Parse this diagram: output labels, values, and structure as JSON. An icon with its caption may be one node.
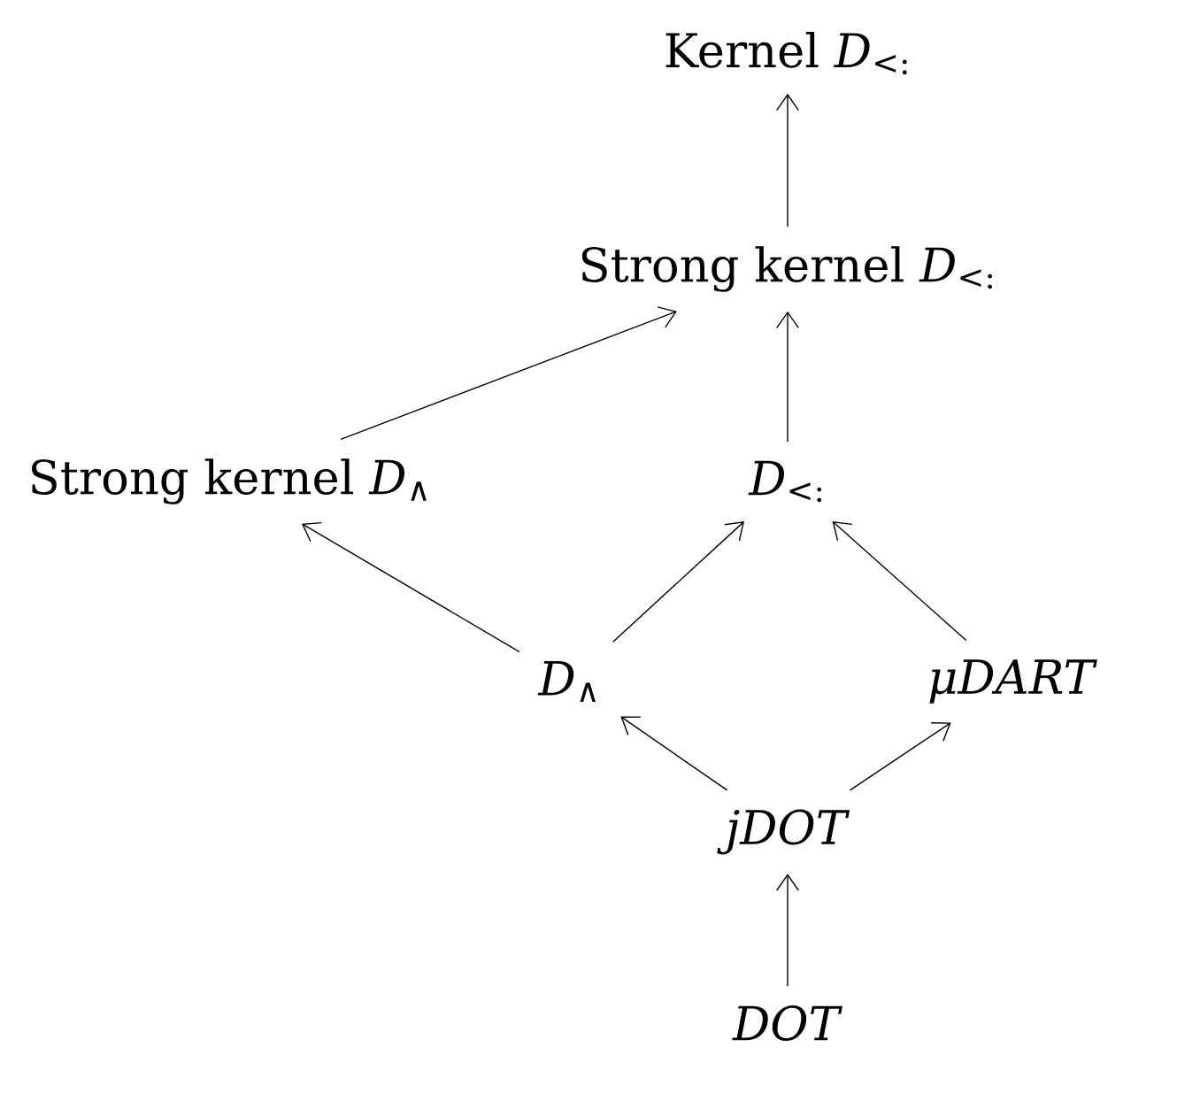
{
  "diagram": {
    "nodes": [
      {
        "text": [
          "Kernel *D*$_{<:}$"
        ]
      },
      {
        "text": [
          "Strong kernel *D*$_{<:}$"
        ]
      },
      {
        "text": [
          "Strong kernel *D*$_{∧}$"
        ]
      },
      {
        "text": [
          "*D*$_{<:}$"
        ]
      },
      {
        "text": [
          "*D*$_{∧}$"
        ]
      },
      {
        "text": [
          "*μDART*"
        ]
      },
      {
        "text": [
          "*jDOT*"
        ]
      },
      {
        "text": [
          "*DOT*"
        ]
      }
    ],
    "edges": [
      {
        "from": 1,
        "to": 0,
        "arrow": "to"
      },
      {
        "from": 2,
        "to": 1,
        "arrow": "to"
      },
      {
        "from": 3,
        "to": 1,
        "arrow": "to"
      },
      {
        "from": 4,
        "to": 2,
        "arrow": "to"
      },
      {
        "from": 4,
        "to": 3,
        "arrow": "to"
      },
      {
        "from": 5,
        "to": 3,
        "arrow": "to"
      },
      {
        "from": 6,
        "to": 4,
        "arrow": "to"
      },
      {
        "from": 6,
        "to": 5,
        "arrow": "to"
      },
      {
        "from": 7,
        "to": 6,
        "arrow": "to"
      }
    ]
  }
}
